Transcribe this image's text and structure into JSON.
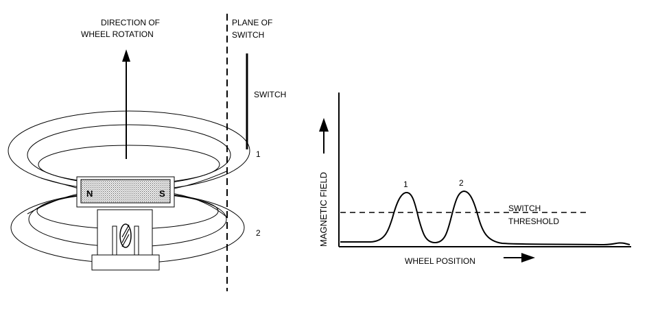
{
  "left_diagram": {
    "rotation_label_line1": "DIRECTION OF",
    "rotation_label_line2": "WHEEL ROTATION",
    "plane_label_line1": "PLANE OF",
    "plane_label_line2": "SWITCH",
    "switch_label": "SWITCH",
    "pole_north": "N",
    "pole_south": "S",
    "loop_1_label": "1",
    "loop_2_label": "2"
  },
  "right_graph": {
    "y_axis_label": "MAGNETIC FIELD",
    "x_axis_label": "WHEEL POSITION",
    "peak_1_label": "1",
    "peak_2_label": "2",
    "threshold_line1": "SWITCH",
    "threshold_line2": "THRESHOLD"
  },
  "colors": {
    "ink": "#000000",
    "magnet_fill": "#d4d4d4",
    "background": "#ffffff"
  }
}
